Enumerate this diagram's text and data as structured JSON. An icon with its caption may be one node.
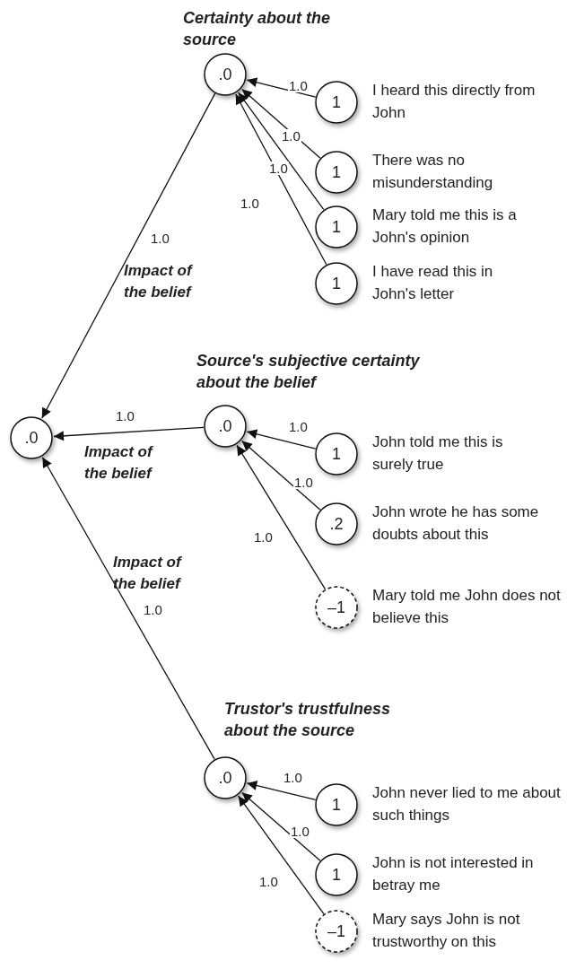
{
  "diagram": {
    "nodes": [
      {
        "text": [
          ".0"
        ]
      },
      {
        "text": [
          "Certainty about the source",
          ".0"
        ]
      },
      {
        "text": [
          "1"
        ],
        "beside": [
          "I heard this directly from John"
        ]
      },
      {
        "text": [
          "1"
        ],
        "beside": [
          "There was no misunderstanding"
        ]
      },
      {
        "text": [
          "1"
        ],
        "beside": [
          "Mary told me this is a John's opinion"
        ]
      },
      {
        "text": [
          "1"
        ],
        "beside": [
          "I have read this in John's letter"
        ]
      },
      {
        "text": [
          "Source's subjective certainty about the belief",
          ".0"
        ]
      },
      {
        "text": [
          "1"
        ],
        "beside": [
          "John told me this is surely true"
        ]
      },
      {
        "text": [
          ".2"
        ],
        "beside": [
          "John wrote he has some doubts about this"
        ]
      },
      {
        "text": [
          "–1"
        ],
        "beside": [
          "Mary told me John does not believe this"
        ]
      },
      {
        "text": [
          "Trustor's trustfulness about the source",
          ".0"
        ]
      },
      {
        "text": [
          "1"
        ],
        "beside": [
          "John never lied to me about such things"
        ]
      },
      {
        "text": [
          "1"
        ],
        "beside": [
          "John is not interested in betray me"
        ]
      },
      {
        "text": [
          "–1"
        ],
        "beside": [
          "Mary says John is not trustworthy on this"
        ]
      }
    ],
    "edges": [
      {
        "from": 1,
        "to": 0,
        "arrow": "to",
        "label": "1.0"
      },
      {
        "from": 2,
        "to": 1,
        "arrow": "to",
        "label": "1.0"
      },
      {
        "from": 3,
        "to": 1,
        "arrow": "to",
        "label": "1.0"
      },
      {
        "from": 4,
        "to": 1,
        "arrow": "to",
        "label": "1.0"
      },
      {
        "from": 5,
        "to": 1,
        "arrow": "to",
        "label": "1.0"
      },
      {
        "from": 6,
        "to": 0,
        "arrow": "to",
        "label": "1.0"
      },
      {
        "from": 7,
        "to": 6,
        "arrow": "to",
        "label": "1.0"
      },
      {
        "from": 8,
        "to": 6,
        "arrow": "to",
        "label": "1.0"
      },
      {
        "from": 9,
        "to": 6,
        "arrow": "to",
        "label": "1.0"
      },
      {
        "from": 10,
        "to": 0,
        "arrow": "to",
        "label": "1.0"
      },
      {
        "from": 11,
        "to": 10,
        "arrow": "to",
        "label": "1.0"
      },
      {
        "from": 12,
        "to": 10,
        "arrow": "to",
        "label": "1.0"
      },
      {
        "from": 13,
        "to": 10,
        "arrow": "to",
        "label": "1.0"
      }
    ],
    "labels": [
      "Impact of the belief",
      "Impact of the belief",
      "Impact of the belief"
    ]
  }
}
